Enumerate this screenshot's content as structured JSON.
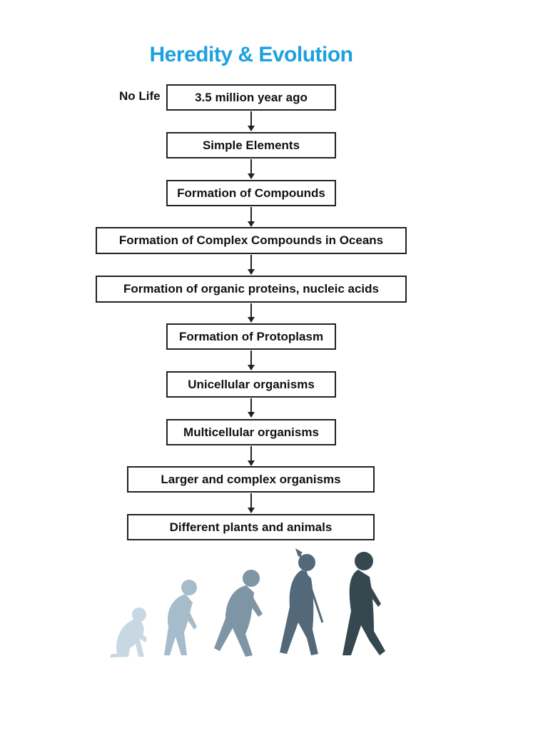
{
  "title": "Heredity & Evolution",
  "colors": {
    "title": "#1da1e0",
    "box_border": "#222222",
    "figures": [
      "#c7d8e3",
      "#a6bccb",
      "#7e95a6",
      "#53697a",
      "#36474f"
    ]
  },
  "side_label": "No Life",
  "steps": [
    "3.5 million year ago",
    "Simple Elements",
    "Formation of Compounds",
    "Formation of Complex Compounds in Oceans",
    "Formation of organic proteins, nucleic acids",
    "Formation of Protoplasm",
    "Unicellular organisms",
    "Multicellular organisms",
    "Larger and complex organisms",
    "Different plants and animals"
  ],
  "illustration": "human-evolution-silhouettes"
}
